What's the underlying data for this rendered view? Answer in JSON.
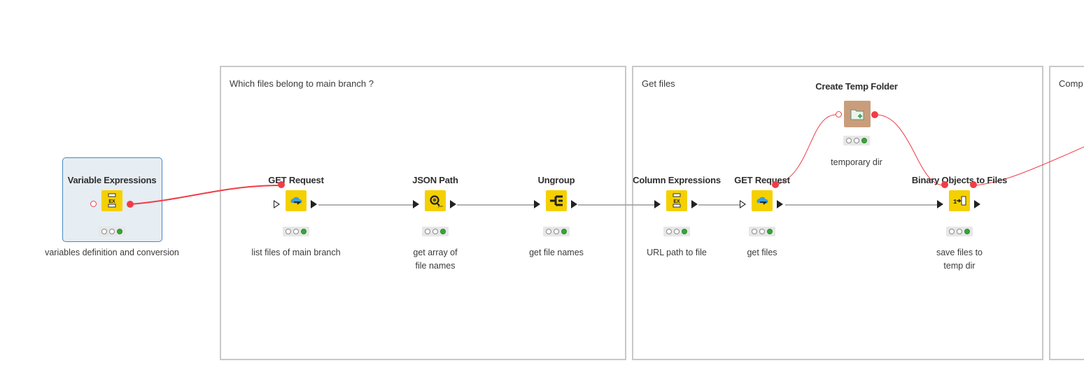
{
  "annotations": [
    {
      "label": "Which files belong to main branch ?"
    },
    {
      "label": "Get files"
    },
    {
      "label": "Comp"
    }
  ],
  "nodes": {
    "variable_expressions": {
      "title": "Variable Expressions",
      "label": "variables definition and conversion"
    },
    "get_request_1": {
      "title": "GET Request",
      "label": "list files of main branch"
    },
    "json_path": {
      "title": "JSON Path",
      "label_line1": "get array of",
      "label_line2": "file names"
    },
    "ungroup": {
      "title": "Ungroup",
      "label": "get file names"
    },
    "column_expressions": {
      "title": "Column Expressions",
      "label": "URL path to file"
    },
    "get_request_2": {
      "title": "GET Request",
      "label": "get files"
    },
    "create_temp_folder": {
      "title": "Create Temp Folder",
      "label": "temporary dir"
    },
    "binary_objects_to_files": {
      "title": "Binary Objects to Files",
      "label_line1": "save files to",
      "label_line2": "temp dir"
    }
  },
  "colors": {
    "node_yellow": "#f5d000",
    "node_brown": "#c99d7c",
    "flow_variable_red": "#ef3d47",
    "data_connection_gray": "#9a9a9a",
    "annotation_border": "#c8c8c8",
    "status_green": "#37a63a",
    "selection_blue": "#4b86c4"
  },
  "icons": {
    "variable_expressions": "expression-icon",
    "get_request": "cloud-download-icon",
    "json_path": "json-path-icon",
    "ungroup": "ungroup-icon",
    "column_expressions": "expression-icon",
    "create_temp_folder": "folder-plus-icon",
    "binary_objects_to_files": "binary-to-file-icon"
  }
}
